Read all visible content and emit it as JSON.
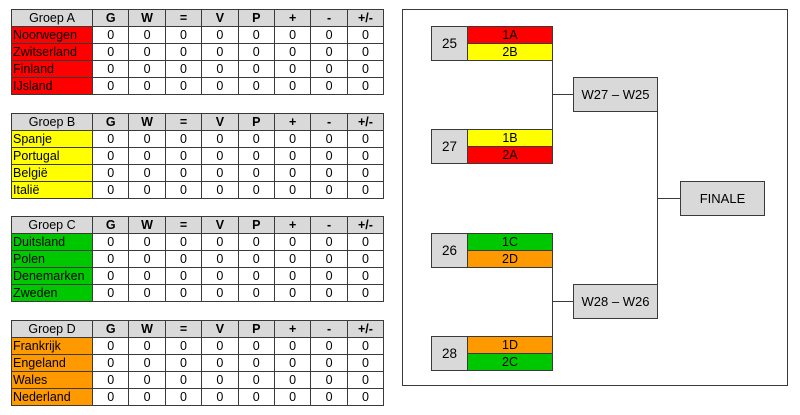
{
  "columns": [
    "G",
    "W",
    "=",
    "V",
    "P",
    "+",
    "-",
    "+/-"
  ],
  "colors": {
    "A": "#ff0000",
    "B": "#ffff00",
    "C": "#00c800",
    "D": "#ff9900",
    "header": "#d9d9d9",
    "border": "#3a3a3a"
  },
  "groups": [
    {
      "name": "Groep A",
      "color_key": "A",
      "teams": [
        {
          "name": "Noorwegen",
          "stats": [
            0,
            0,
            0,
            0,
            0,
            0,
            0,
            0
          ]
        },
        {
          "name": "Zwitserland",
          "stats": [
            0,
            0,
            0,
            0,
            0,
            0,
            0,
            0
          ]
        },
        {
          "name": "Finland",
          "stats": [
            0,
            0,
            0,
            0,
            0,
            0,
            0,
            0
          ]
        },
        {
          "name": "IJsland",
          "stats": [
            0,
            0,
            0,
            0,
            0,
            0,
            0,
            0
          ]
        }
      ]
    },
    {
      "name": "Groep B",
      "color_key": "B",
      "teams": [
        {
          "name": "Spanje",
          "stats": [
            0,
            0,
            0,
            0,
            0,
            0,
            0,
            0
          ]
        },
        {
          "name": "Portugal",
          "stats": [
            0,
            0,
            0,
            0,
            0,
            0,
            0,
            0
          ]
        },
        {
          "name": "België",
          "stats": [
            0,
            0,
            0,
            0,
            0,
            0,
            0,
            0
          ]
        },
        {
          "name": "Italië",
          "stats": [
            0,
            0,
            0,
            0,
            0,
            0,
            0,
            0
          ]
        }
      ]
    },
    {
      "name": "Groep C",
      "color_key": "C",
      "teams": [
        {
          "name": "Duitsland",
          "stats": [
            0,
            0,
            0,
            0,
            0,
            0,
            0,
            0
          ]
        },
        {
          "name": "Polen",
          "stats": [
            0,
            0,
            0,
            0,
            0,
            0,
            0,
            0
          ]
        },
        {
          "name": "Denemarken",
          "stats": [
            0,
            0,
            0,
            0,
            0,
            0,
            0,
            0
          ]
        },
        {
          "name": "Zweden",
          "stats": [
            0,
            0,
            0,
            0,
            0,
            0,
            0,
            0
          ]
        }
      ]
    },
    {
      "name": "Groep D",
      "color_key": "D",
      "teams": [
        {
          "name": "Frankrijk",
          "stats": [
            0,
            0,
            0,
            0,
            0,
            0,
            0,
            0
          ]
        },
        {
          "name": "Engeland",
          "stats": [
            0,
            0,
            0,
            0,
            0,
            0,
            0,
            0
          ]
        },
        {
          "name": "Wales",
          "stats": [
            0,
            0,
            0,
            0,
            0,
            0,
            0,
            0
          ]
        },
        {
          "name": "Nederland",
          "stats": [
            0,
            0,
            0,
            0,
            0,
            0,
            0,
            0
          ]
        }
      ]
    }
  ],
  "bracket": {
    "quarterfinals": [
      {
        "number": "25",
        "slots": [
          {
            "label": "1A",
            "color_key": "A"
          },
          {
            "label": "2B",
            "color_key": "B"
          }
        ]
      },
      {
        "number": "27",
        "slots": [
          {
            "label": "1B",
            "color_key": "B"
          },
          {
            "label": "2A",
            "color_key": "A"
          }
        ]
      },
      {
        "number": "26",
        "slots": [
          {
            "label": "1C",
            "color_key": "C"
          },
          {
            "label": "2D",
            "color_key": "D"
          }
        ]
      },
      {
        "number": "28",
        "slots": [
          {
            "label": "1D",
            "color_key": "D"
          },
          {
            "label": "2C",
            "color_key": "C"
          }
        ]
      }
    ],
    "semifinals": [
      {
        "label": "W27 – W25"
      },
      {
        "label": "W28 – W26"
      }
    ],
    "final": {
      "label": "FINALE"
    }
  }
}
